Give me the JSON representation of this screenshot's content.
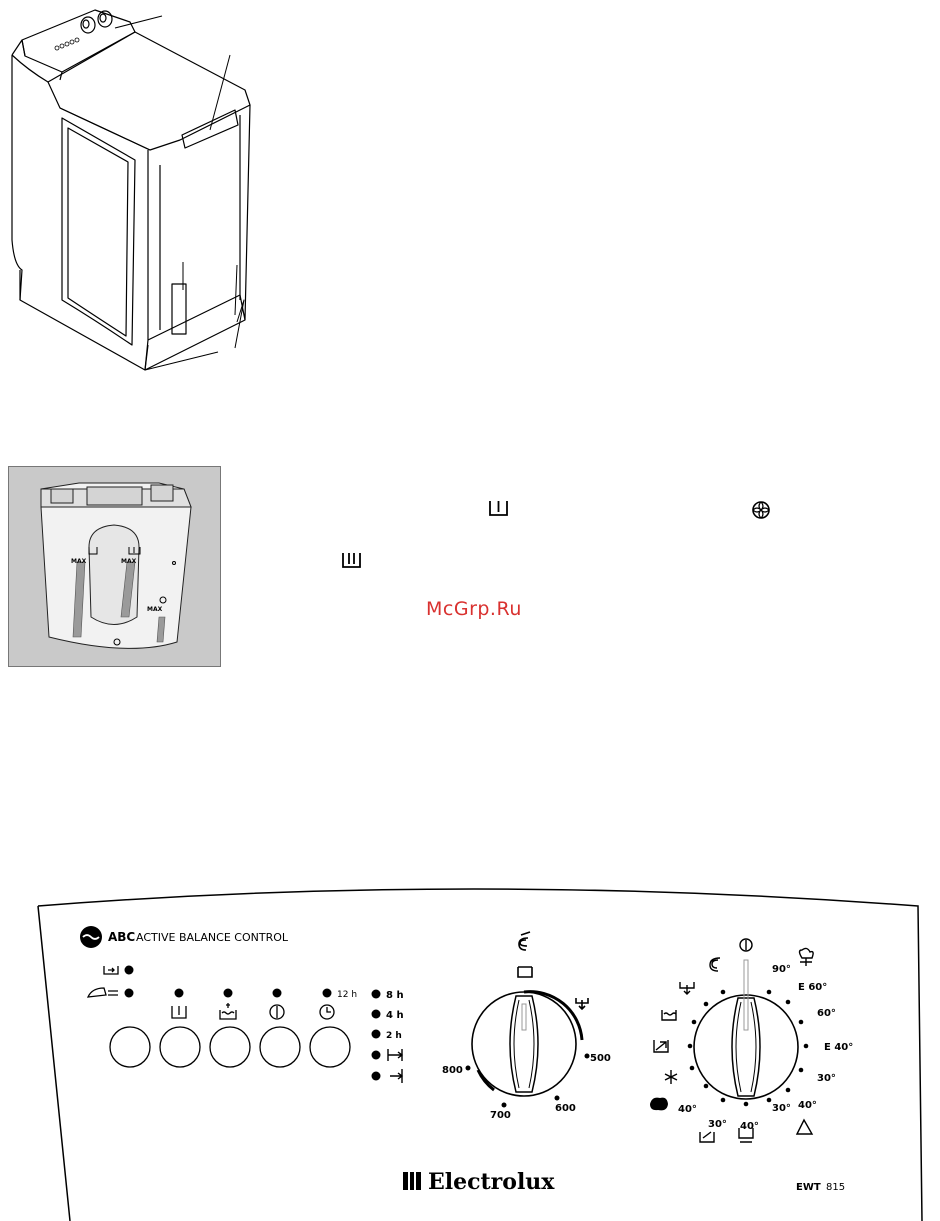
{
  "watermark": "McGrp.Ru",
  "dispenser": {
    "labels": [
      "MAX",
      "MAX",
      "MAX"
    ]
  },
  "panel": {
    "logo_abc": "ABC",
    "logo_text": "ACTIVE BALANCE CONTROL",
    "timer_label": "12 h",
    "delay_options": [
      "8 h",
      "4 h",
      "2 h"
    ],
    "spin_speeds": [
      "800",
      "700",
      "600",
      "500"
    ],
    "program_temps": [
      "90°",
      "E 60°",
      "60°",
      "E 40°",
      "30°",
      "40°",
      "30°",
      "40°",
      "30°",
      "40°"
    ],
    "brand": "Electrolux",
    "model_prefix": "EWT",
    "model_number": "815"
  }
}
